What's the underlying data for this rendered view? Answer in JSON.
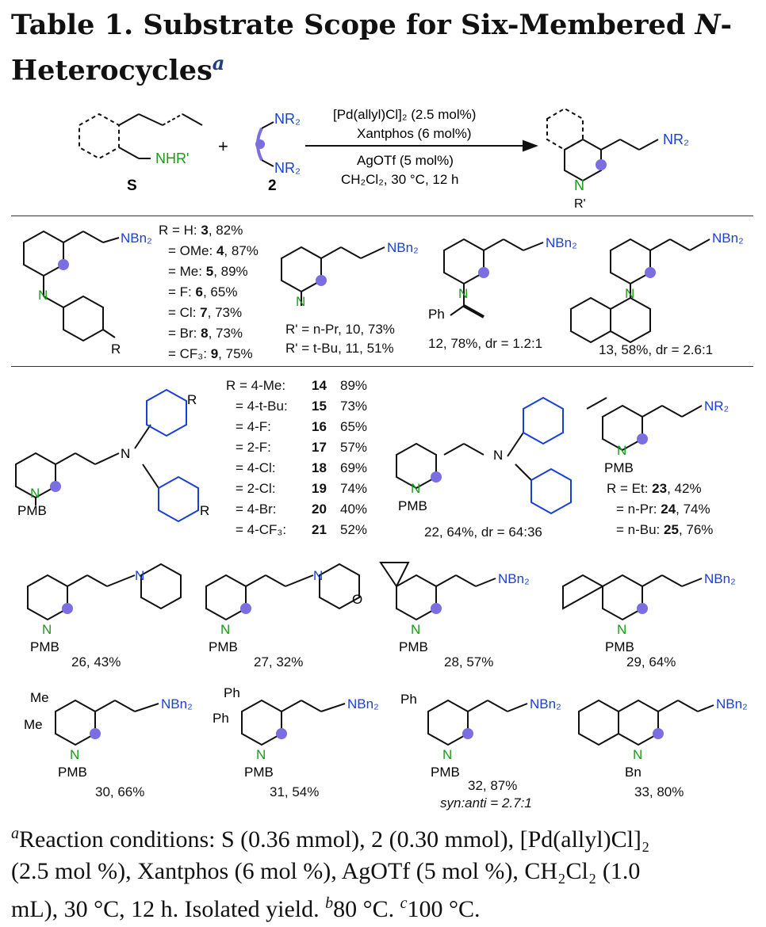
{
  "title": {
    "text": "Table 1. Substrate Scope for Six-Membered",
    "italic_part": "N",
    "text2": "-Heterocycles",
    "footnote_mark": "a"
  },
  "scheme": {
    "cond1": "[Pd(allyl)Cl]₂ (2.5 mol%)",
    "cond2": "Xantphos (6 mol%)",
    "cond3": "AgOTf (5 mol%)",
    "cond4": "CH₂Cl₂, 30 °C, 12 h",
    "plus": "+",
    "label_s": "S",
    "label_2": "2",
    "nhr": "NHR'",
    "nr2": "NR₂",
    "r_prime": "R'"
  },
  "labels": {
    "nbn2": "NBn₂",
    "n": "N",
    "r": "R",
    "ph": "Ph",
    "pmb": "PMB",
    "bn": "Bn",
    "me": "Me",
    "o": "O"
  },
  "row1": {
    "series_a": [
      [
        "R = H:",
        "3",
        ", 82%"
      ],
      [
        "= OMe:",
        "4",
        ", 87%"
      ],
      [
        "= Me:",
        "5",
        ", 89%"
      ],
      [
        "= F:",
        "6",
        ", 65%"
      ],
      [
        "= Cl:",
        "7",
        ", 73%"
      ],
      [
        "= Br:",
        "8",
        ", 73%"
      ],
      [
        "= CF₃:",
        "9",
        ", 75%"
      ]
    ],
    "c10": "R' = n-Pr, 10, 73%",
    "c11": "R' = t-Bu, 11, 51%",
    "c12": "12, 78%, dr = 1.2:1",
    "c13": "13, 58%, dr = 2.6:1"
  },
  "row2": {
    "series_b": [
      [
        "R = 4-Me:",
        "14",
        "89%"
      ],
      [
        "= 4-t-Bu:",
        "15",
        "73%"
      ],
      [
        "= 4-F:",
        "16",
        "65%"
      ],
      [
        "= 2-F:",
        "17",
        "57%"
      ],
      [
        "= 4-Cl:",
        "18",
        "69%"
      ],
      [
        "= 2-Cl:",
        "19",
        "74%"
      ],
      [
        "= 4-Br:",
        "20",
        "40%"
      ],
      [
        "= 4-CF₃:",
        "21",
        "52%"
      ]
    ],
    "c22": "22, 64%, dr = 64:36",
    "series_c": [
      [
        "R = Et:",
        "23",
        ", 42%"
      ],
      [
        "= n-Pr:",
        "24",
        ", 74%"
      ],
      [
        "= n-Bu:",
        "25",
        ", 76%"
      ]
    ]
  },
  "row3": {
    "c26": "26, 43%",
    "c27": "27, 32%",
    "c28": "28, 57%",
    "c29": "29, 64%"
  },
  "row4": {
    "c30": "30, 66%",
    "c31": "31, 54%",
    "c32": "32, 87%",
    "c32b": "syn:anti = 2.7:1",
    "c33": "33, 80%"
  },
  "footnote": {
    "line1": "Reaction conditions: S (0.36 mmol), 2 (0.30 mmol), [Pd(allyl)Cl]₂",
    "line2": "(2.5 mol %), Xantphos (6 mol %), AgOTf (5 mol %), CH₂Cl₂ (1.0",
    "line3": "mL), 30 °C, 12 h. Isolated yield.",
    "b": "80 °C.",
    "c": "100 °C."
  },
  "colors": {
    "nitrogen_blue": "#1a3fd6",
    "nitrogen_green": "#1a9a1a",
    "bond_dot": "#7a6ee0",
    "title_mark": "#1f3c88"
  }
}
